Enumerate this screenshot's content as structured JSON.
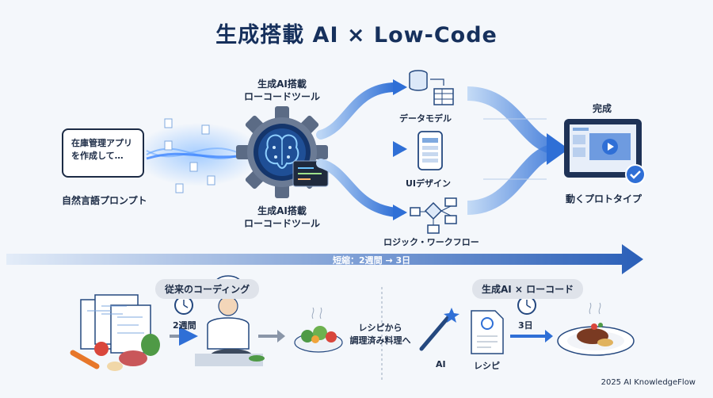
{
  "title": "生成搭載 AI × Low-Code",
  "prompt": {
    "bubble_line1": "在庫管理アプリ",
    "bubble_line2": "を作成して…",
    "label": "自然言語プロンプト"
  },
  "tool": {
    "label_top_line1": "生成AI搭載",
    "label_top_line2": "ローコードツール",
    "label_bottom_line1": "生成AI搭載",
    "label_bottom_line2": "ローコードツール"
  },
  "outputs": [
    {
      "label": "データモデル",
      "icon": "database-table-icon"
    },
    {
      "label": "UIデザイン",
      "icon": "smartphone-icon"
    },
    {
      "label": "ロジック・ワークフロー",
      "icon": "flowchart-icon"
    }
  ],
  "result": {
    "label_top": "完成",
    "label_bottom": "動くプロトタイプ",
    "icon": "tablet-video-check-icon"
  },
  "timeline": {
    "text": "短縮：2週間 → 3日"
  },
  "comparison": {
    "left": {
      "pill": "従来のコーディング",
      "duration": "2週間",
      "caption_line1": "レシピから",
      "caption_line2": "調理済み料理へ"
    },
    "right": {
      "pill": "生成AI × ローコード",
      "duration": "3日",
      "ai_label": "AI",
      "recipe_label": "レシピ"
    }
  },
  "footer": "2025 AI KnowledgeFlow",
  "colors": {
    "accent": "#2f6fd6",
    "navy": "#16305c",
    "glow": "#5aa0ff",
    "background": "#f4f7fb"
  }
}
